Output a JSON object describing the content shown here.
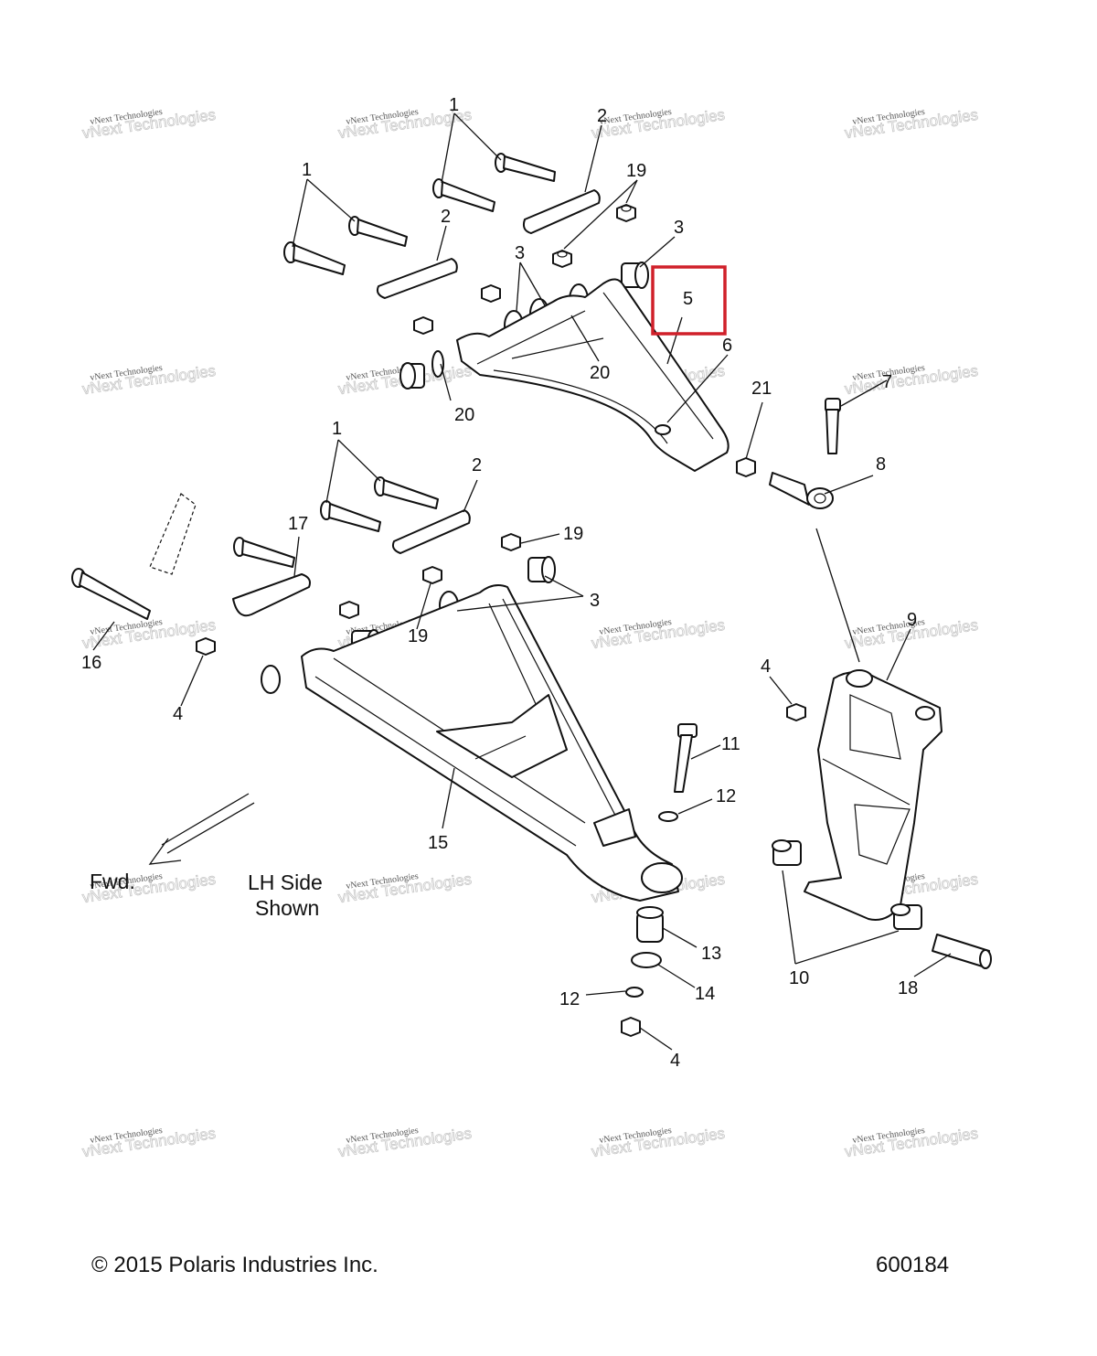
{
  "callouts": [
    {
      "id": "c1a",
      "text": "1"
    },
    {
      "id": "c1b",
      "text": "1"
    },
    {
      "id": "c1c",
      "text": "1"
    },
    {
      "id": "c2a",
      "text": "2"
    },
    {
      "id": "c2b",
      "text": "2"
    },
    {
      "id": "c2c",
      "text": "2"
    },
    {
      "id": "c19a",
      "text": "19"
    },
    {
      "id": "c3a",
      "text": "3"
    },
    {
      "id": "c3b",
      "text": "3"
    },
    {
      "id": "c5",
      "text": "5"
    },
    {
      "id": "c6",
      "text": "6"
    },
    {
      "id": "c20a",
      "text": "20"
    },
    {
      "id": "c20b",
      "text": "20"
    },
    {
      "id": "c21",
      "text": "21"
    },
    {
      "id": "c7",
      "text": "7"
    },
    {
      "id": "c8",
      "text": "8"
    },
    {
      "id": "c17",
      "text": "17"
    },
    {
      "id": "c19b",
      "text": "19"
    },
    {
      "id": "c19c",
      "text": "19"
    },
    {
      "id": "c3c",
      "text": "3"
    },
    {
      "id": "c16",
      "text": "16"
    },
    {
      "id": "c4a",
      "text": "4"
    },
    {
      "id": "c9",
      "text": "9"
    },
    {
      "id": "c4b",
      "text": "4"
    },
    {
      "id": "c11",
      "text": "11"
    },
    {
      "id": "c12a",
      "text": "12"
    },
    {
      "id": "c15",
      "text": "15"
    },
    {
      "id": "c13",
      "text": "13"
    },
    {
      "id": "c14",
      "text": "14"
    },
    {
      "id": "c12b",
      "text": "12"
    },
    {
      "id": "c4c",
      "text": "4"
    },
    {
      "id": "c10",
      "text": "10"
    },
    {
      "id": "c18",
      "text": "18"
    }
  ],
  "direction_label": "Fwd.",
  "side_note": {
    "line1": "LH Side",
    "line2": "Shown"
  },
  "watermark": {
    "line1": "vNext Technologies",
    "line2": "vNext Technologies"
  },
  "footer": {
    "copyright": "© 2015 Polaris Industries Inc.",
    "diagram_number": "600184"
  },
  "highlight": {
    "callout": "5",
    "color": "#d0202a"
  }
}
